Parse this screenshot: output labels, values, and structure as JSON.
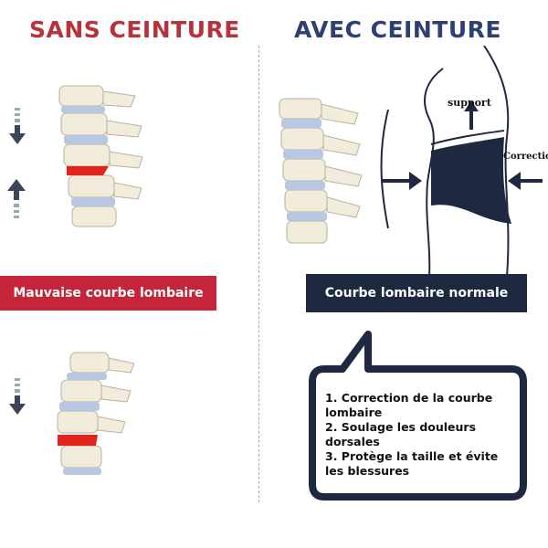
{
  "left": {
    "title": "SANS CEINTURE",
    "banner": "Mauvaise courbe lombaire",
    "color": "#b8323c",
    "banner_color": "#c5253a"
  },
  "right": {
    "title": "AVEC CEINTURE",
    "banner": "Courbe lombaire normale",
    "color": "#2d3f73",
    "banner_color": "#1e2840",
    "figure_labels": {
      "support": "support",
      "correction": "Correction"
    },
    "benefits": [
      "1. Correction de la courbe lombaire",
      "2. Soulage les douleurs dorsales",
      "3. Protège la taille et évite les blessures"
    ]
  },
  "icons": [
    "arrow-down-icon",
    "arrow-up-icon",
    "arrow-right-icon",
    "arrow-left-icon"
  ]
}
